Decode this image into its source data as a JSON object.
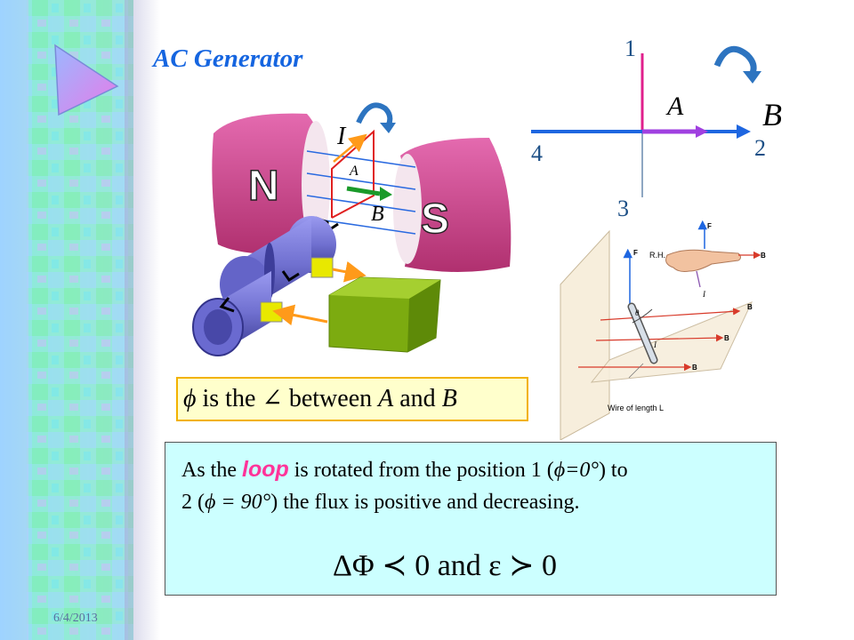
{
  "slide": {
    "title": "AC Generator",
    "date": "6/4/2013"
  },
  "phi_definition": {
    "phi_symbol": "ϕ",
    "text_1": " is the ∠ between ",
    "var_a": "A",
    "and": " and ",
    "var_b": "B"
  },
  "explanation": {
    "line1_start": "As the ",
    "loop_word": "loop",
    "line1_mid": " is rotated from the position 1 (",
    "phi_eq_zero": "ϕ=0°",
    "line1_end": ") to",
    "line2_start": "2 (",
    "phi_eq_90": "ϕ = 90°",
    "line2_end": ") the flux is positive and decreasing.",
    "equation": "ΔΦ ≺ 0 and ε ≻ 0"
  },
  "generator_figure": {
    "pole_north": "N",
    "pole_south": "S",
    "current_label": "I",
    "area_label": "A",
    "field_label": "B"
  },
  "position_diagram": {
    "pos1": "1",
    "pos2": "2",
    "pos3": "3",
    "pos4": "4",
    "vector_a": "A",
    "vector_b": "B"
  },
  "right_hand_figure": {
    "force_label_top": "F",
    "rh_label": "R.H.",
    "b_label_hand": "B",
    "i_label_hand": "I",
    "force_label_wire": "F",
    "theta_label": "θ",
    "b_label_1": "B",
    "b_label_2": "B",
    "b_label_3": "B",
    "i_label_wire": "I",
    "wire_caption": "Wire of length L"
  },
  "colors": {
    "title": "#1565e0",
    "magnet": "#d94f9c",
    "slip_rings": "#7c7cd8",
    "vector_b": "#1e66e0",
    "vector_a": "#a040e0",
    "axis_1": "#e0208c",
    "phi_box_bg": "#ffffcc",
    "phi_box_border": "#f2b200",
    "info_box_bg": "#ccffff",
    "loop_word": "#ff3399"
  }
}
